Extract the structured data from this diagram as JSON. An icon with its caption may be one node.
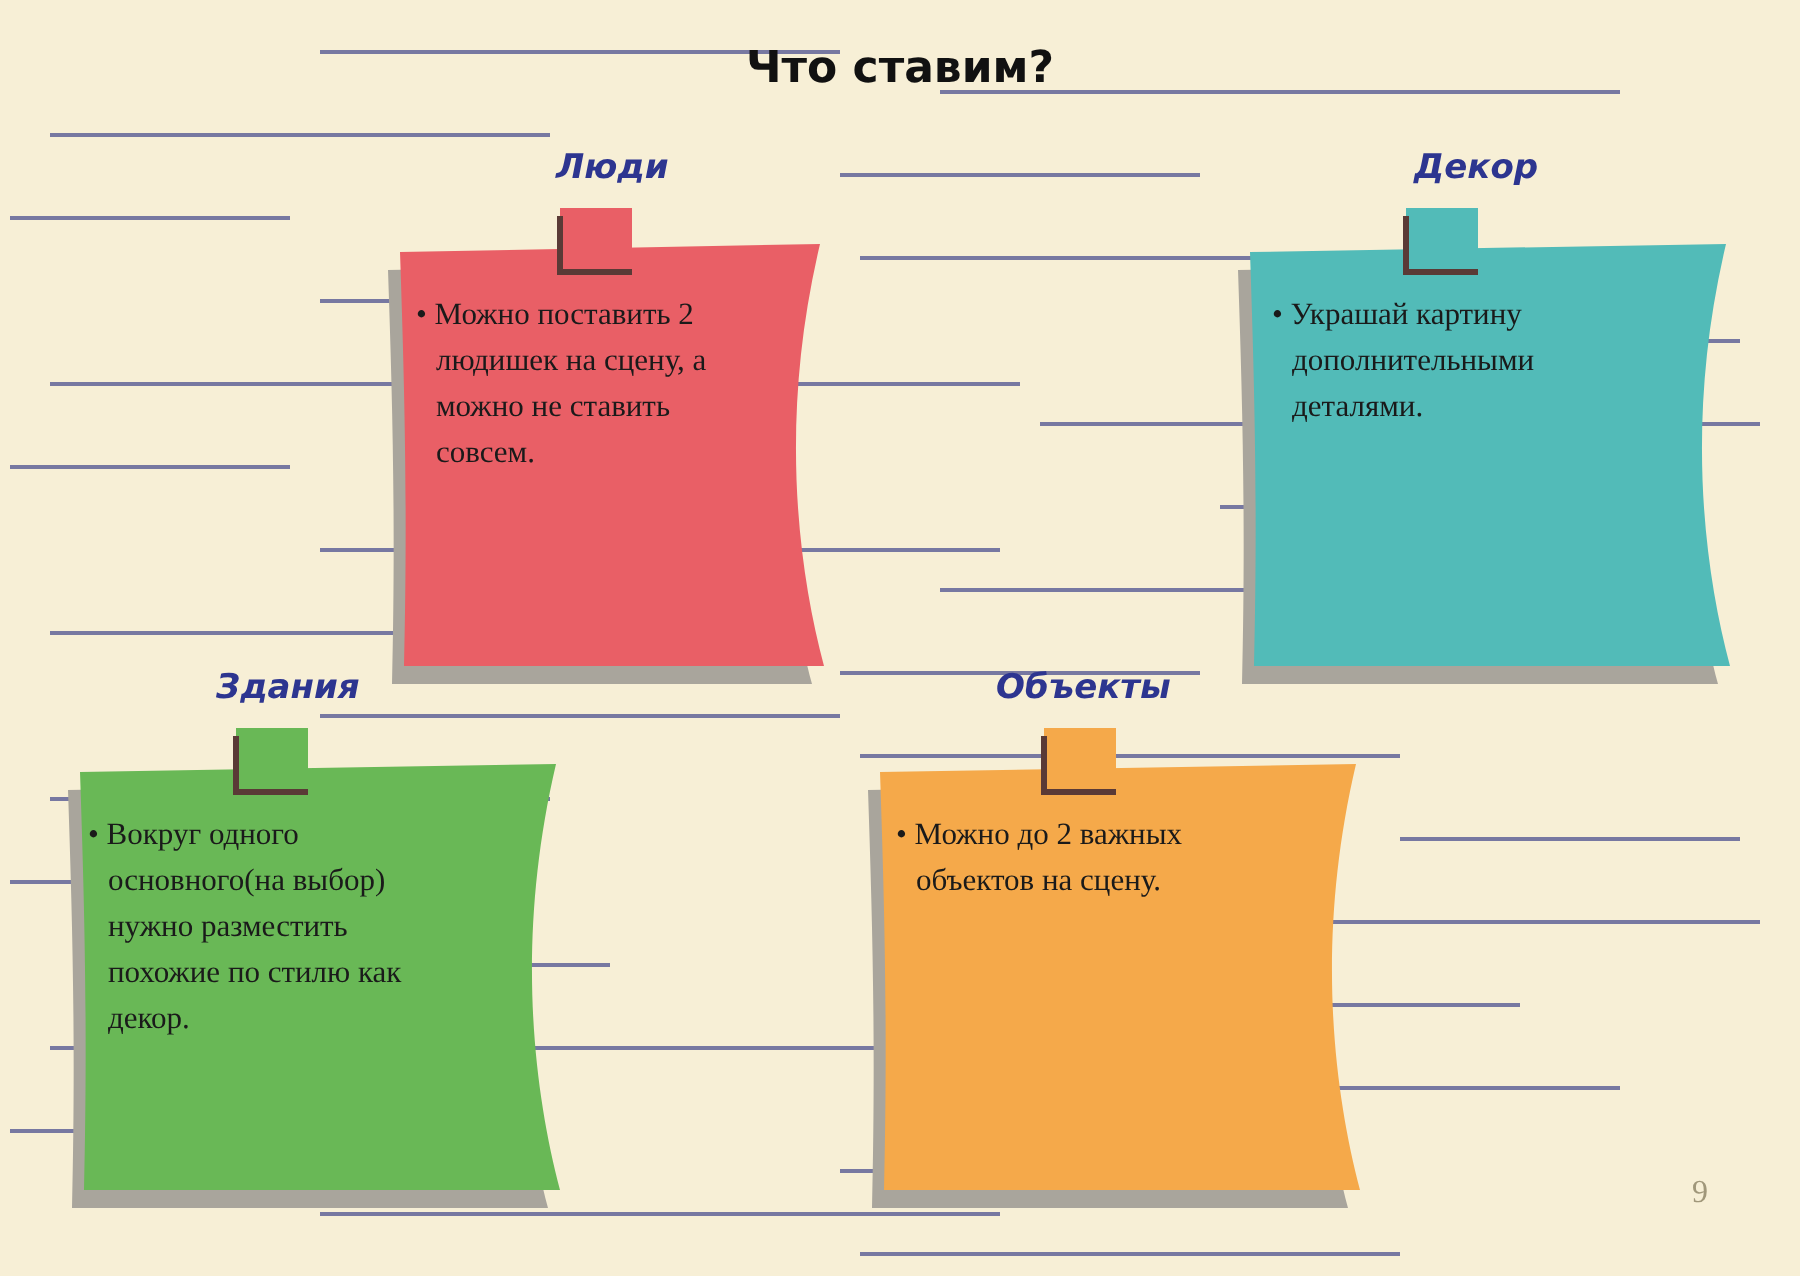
{
  "diagram": {
    "title": "Что ставим?",
    "nodes": [
      {
        "text": [
          "Люди",
          "• Можно поставить 2 людишек на сцену, а можно не ставить совсем."
        ]
      },
      {
        "text": [
          "Декор",
          "• Украшай картину дополнительными деталями."
        ]
      },
      {
        "text": [
          "Здания",
          "• Вокруг одного основного(на выбор) нужно разместить похожие по стилю как декор."
        ]
      },
      {
        "text": [
          "Объекты",
          "• Можно до 2 важных объектов на сцену."
        ]
      }
    ],
    "labels": [
      "9"
    ]
  }
}
